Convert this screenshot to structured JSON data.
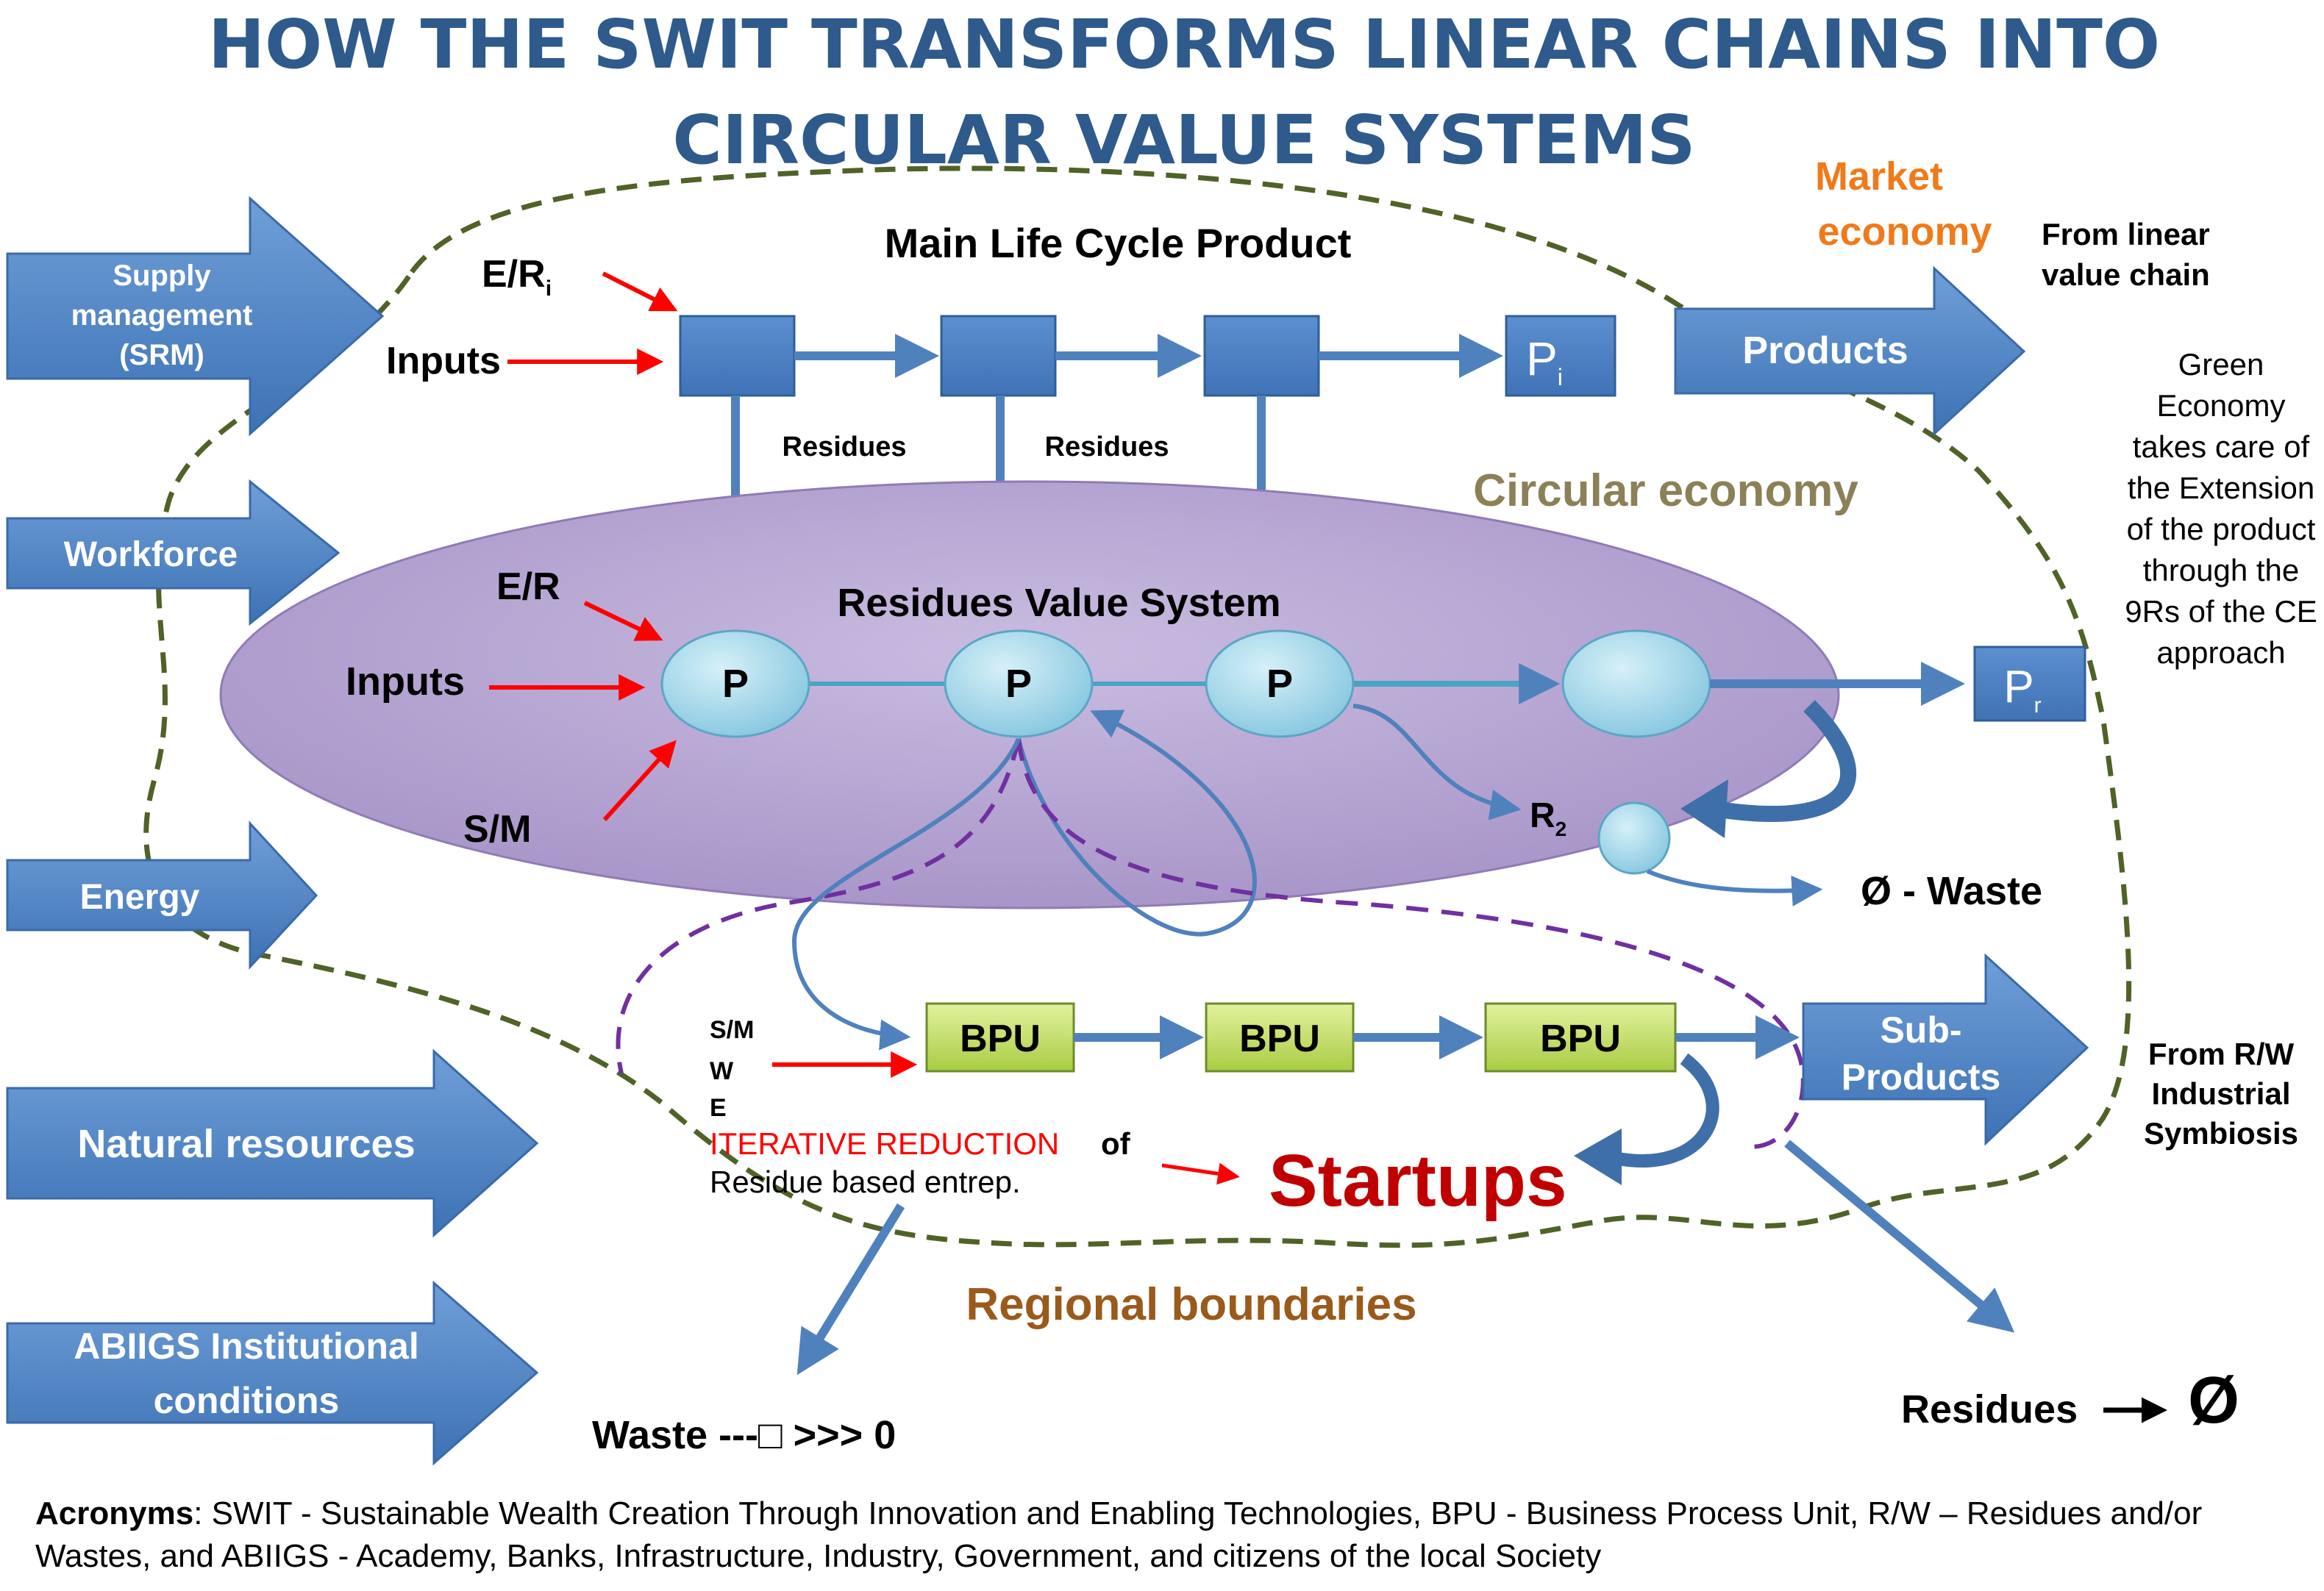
{
  "title": {
    "line1": "HOW THE SWIT TRANSFORMS LINEAR CHAINS INTO",
    "line2": "CIRCULAR VALUE SYSTEMS"
  },
  "inputs_left": {
    "supply": [
      "Supply",
      "management",
      "(SRM)"
    ],
    "workforce": "Workforce",
    "energy": "Energy",
    "natural": "Natural resources",
    "abiigs": [
      "ABIIGS Institutional",
      "conditions"
    ]
  },
  "top_chain": {
    "header": "Main Life Cycle Product",
    "er_main": "E/R",
    "er_sub": "i",
    "inputs": "Inputs",
    "residues_1": "Residues",
    "residues_2": "Residues",
    "product_main": "P",
    "product_sub": "i"
  },
  "market": {
    "line1": "Market",
    "line2": "economy",
    "from_linear": [
      "From linear",
      "value chain"
    ],
    "products_arrow": "Products"
  },
  "green_note": [
    "Green",
    "Economy",
    "takes care of",
    "the Extension",
    "of the product",
    "through the",
    "9Rs of the CE",
    "approach"
  ],
  "circular_label": "Circular economy",
  "residues_system": {
    "header": "Residues Value System",
    "er": "E/R",
    "inputs": "Inputs",
    "sm": "S/M",
    "p1": "P",
    "p2": "P",
    "p3": "P",
    "pr_main": "P",
    "pr_sub": "r",
    "r2_main": "R",
    "r2_sub": "2",
    "waste": "Ø - Waste"
  },
  "bpu_row": {
    "bpu1": "BPU",
    "bpu2": "BPU",
    "bpu3": "BPU",
    "swe": [
      "S/M",
      "W",
      "E"
    ],
    "iterative": "ITERATIVE REDUCTION",
    "of": "of",
    "residue_based": "Residue based entrep.",
    "startups": "Startups",
    "subproducts": [
      "Sub-",
      "Products"
    ],
    "from_rw": [
      "From  R/W",
      "Industrial",
      "Symbiosis"
    ]
  },
  "regional": "Regional boundaries",
  "waste_bottom": "Waste  ---□ >>> 0",
  "residues_bottom": "Residues",
  "null_symbol": "Ø",
  "acronyms_label": "Acronyms",
  "acronyms_text": ": SWIT - Sustainable Wealth Creation Through Innovation and Enabling Technologies, BPU - Business Process Unit, R/W – Residues and/or Wastes, and ABIIGS - Academy, Banks, Infrastructure, Industry, Government, and citizens of the local Society",
  "colors": {
    "title_blue": "#2e5a8c",
    "arrow_blue": "#4f81bd",
    "ellipse_purple": "#b7a6d3",
    "bubble": "#a9dcec",
    "bpu_green": "#c9e46d",
    "market_orange": "#f07a1a",
    "circular_olive": "#8c8058",
    "regional_brown": "#9a5a1a",
    "startups_red": "#c00000",
    "dashed_green": "#4f6228",
    "dashed_purple": "#7030a0"
  }
}
